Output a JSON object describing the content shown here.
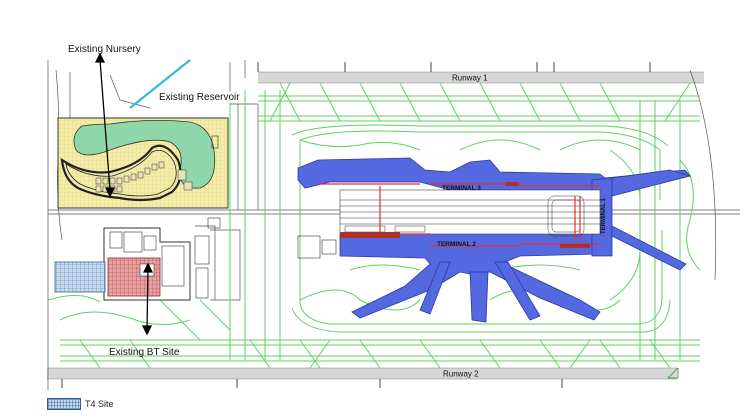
{
  "labels": {
    "nursery": "Existing Nursery",
    "reservoir": "Existing Reservoir",
    "bt_site": "Existing BT Site",
    "runway1": "Runway 1",
    "runway2": "Runway 2",
    "terminal1": "TERMINAL 1",
    "terminal2": "TERMINAL 2",
    "terminal3": "TERMINAL 3"
  },
  "legend": {
    "t4_site": "T4 Site"
  },
  "colors": {
    "taxiway_green": "#5dd25d",
    "terminal_blue": "#4a5fd8",
    "terminal_fill": "#5468e0",
    "nursery_yellow": "#f4ecaa",
    "reservoir_green": "#8fd6a8",
    "runway_gray": "#d6d6d6",
    "bt_site_red": "#d98080",
    "t4_site_blue": "#c9dcef",
    "rail_red": "#e03030"
  }
}
